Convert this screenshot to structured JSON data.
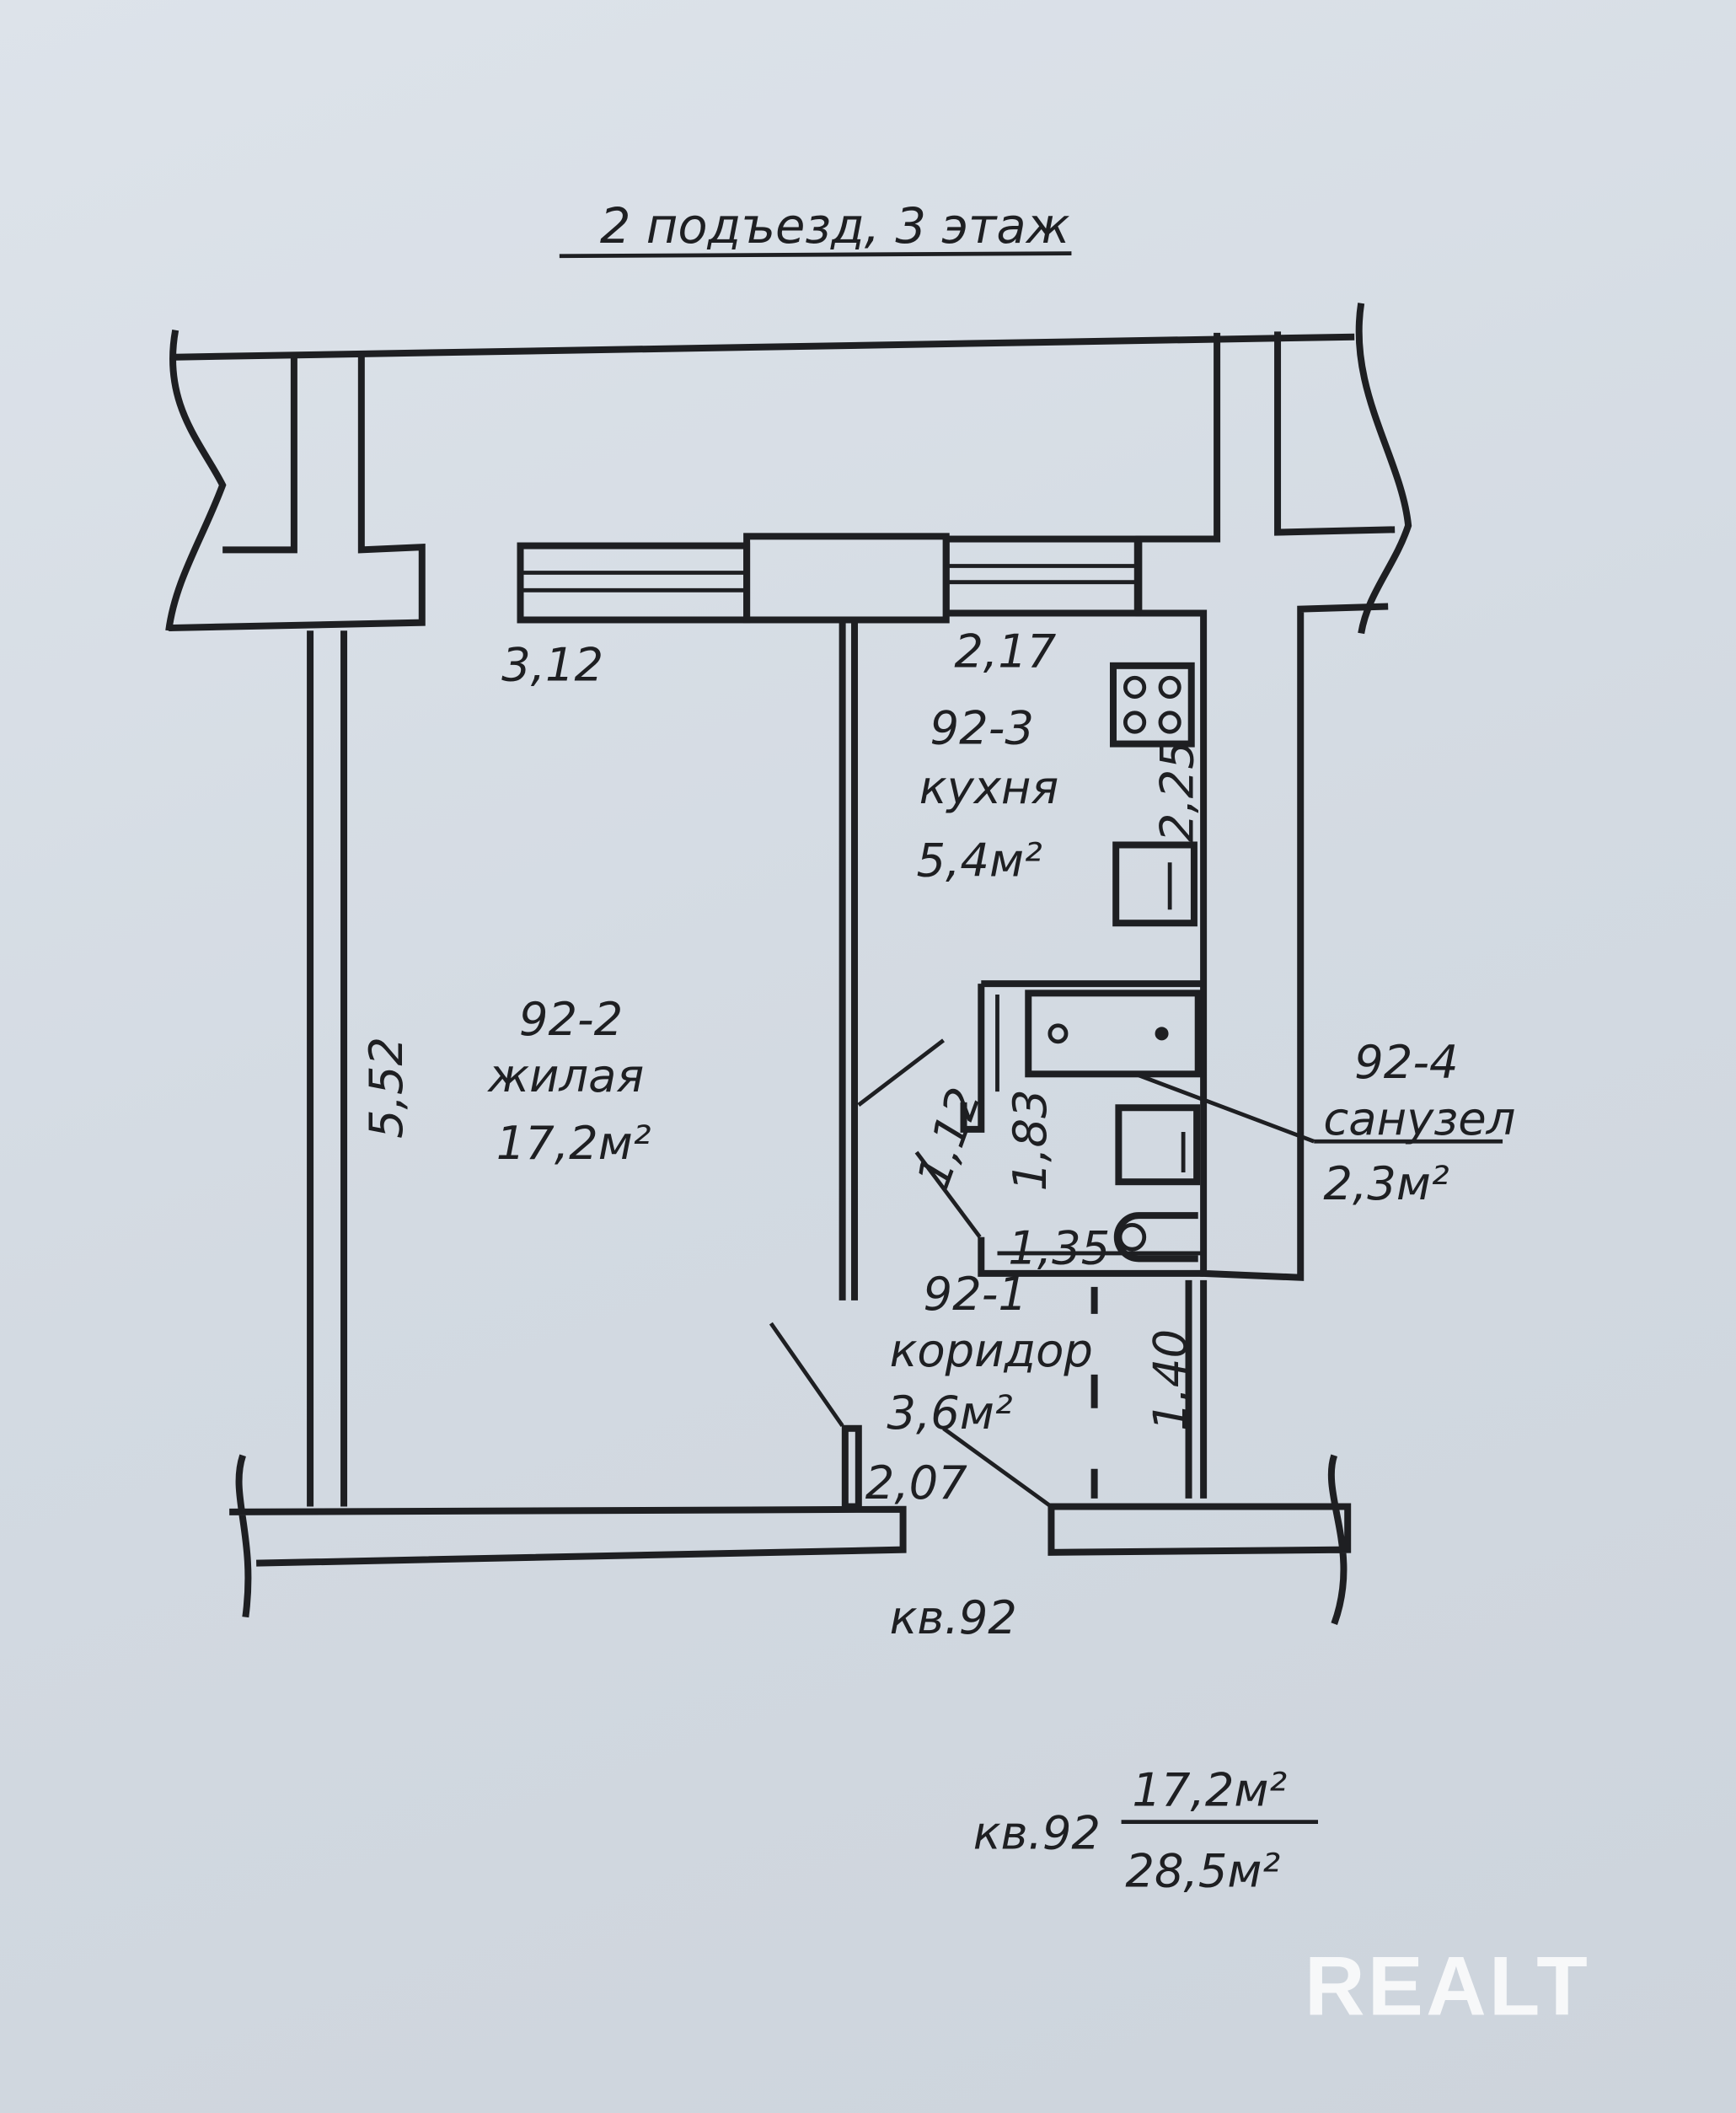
{
  "title": "2 подъезд, 3 этаж",
  "rooms": [
    {
      "id": "92-2",
      "name": "жилая",
      "area": "17,2м²"
    },
    {
      "id": "92-3",
      "name": "кухня",
      "area": "5,4м²"
    },
    {
      "id": "92-4",
      "name": "санузел",
      "area": "2,3м²"
    },
    {
      "id": "92-1",
      "name": "коридор",
      "area": "3,6м²"
    }
  ],
  "dimensions": {
    "living_width": "3,12",
    "kitchen_width": "2,17",
    "living_length": "5,52",
    "kitchen_length": "2,25",
    "bath_a": "1,12",
    "bath_b": "1,83",
    "bath_c": "1,35",
    "corridor_length": "1,40",
    "corridor_width": "2,07"
  },
  "apartment_label": "кв.92",
  "summary": {
    "label": "кв.92",
    "living_area": "17,2м²",
    "total_area": "28,5м²"
  },
  "watermark": "REALT"
}
